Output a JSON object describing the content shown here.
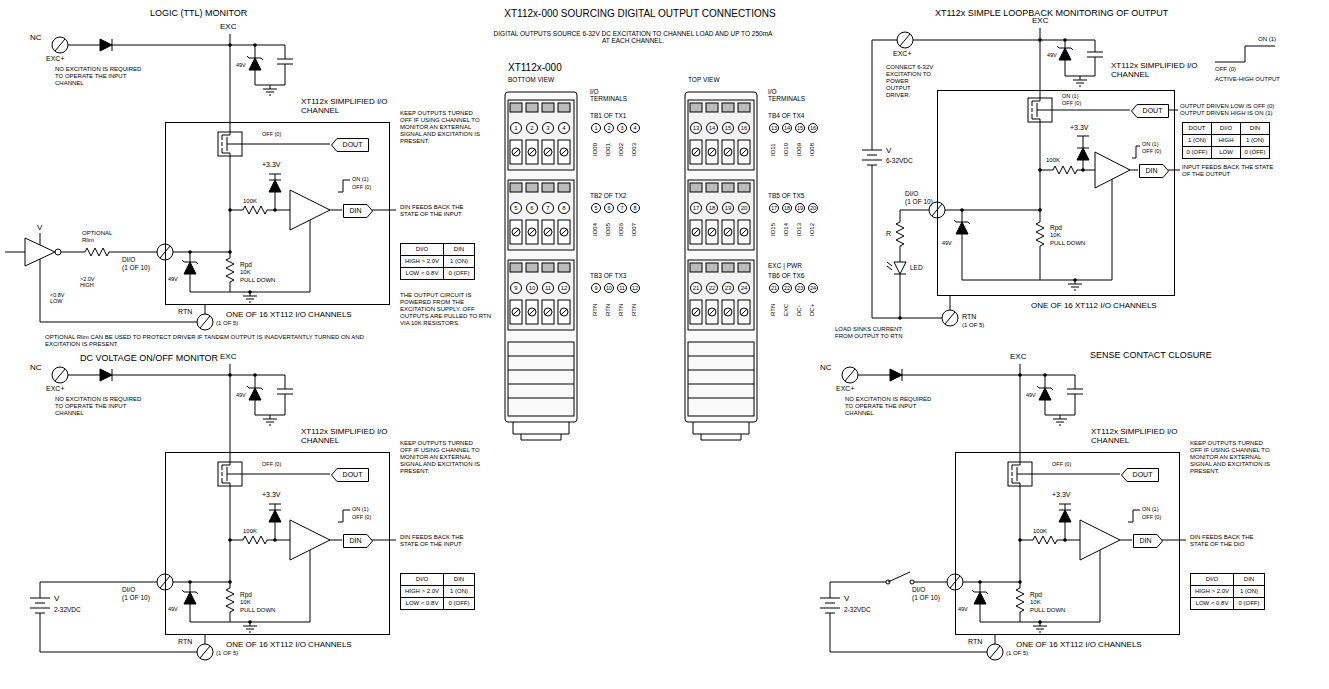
{
  "diagram": {
    "title": "XT112x-000 SOURCING DIGITAL OUTPUT CONNECTIONS",
    "nodes": [
      {
        "text": [
          "XT112x SIMPLIFIED I/O CHANNEL",
          "ONE OF 16 XT112 I/O CHANNELS"
        ]
      },
      {
        "text": [
          "DOUT"
        ],
        "in": 0
      },
      {
        "text": [
          "DIN"
        ],
        "in": 0
      },
      {
        "text": [
          "XT112x SIMPLIFIED I/O CHANNEL",
          "ONE OF 16 XT112 I/O CHANNELS"
        ]
      },
      {
        "text": [
          "DOUT"
        ],
        "in": 3
      },
      {
        "text": [
          "DIN"
        ],
        "in": 3
      },
      {
        "text": [
          "XT112x SIMPLIFIED I/O CHANNEL",
          "ONE OF 16 XT112 I/O CHANNELS"
        ]
      },
      {
        "text": [
          "DOUT"
        ],
        "in": 6
      },
      {
        "text": [
          "DIN"
        ],
        "in": 6
      },
      {
        "text": [
          "XT112x SIMPLIFIED I/O CHANNEL",
          "ONE OF 16 XT112 I/O CHANNELS"
        ]
      },
      {
        "text": [
          "DOUT"
        ],
        "in": 9
      },
      {
        "text": [
          "DIN"
        ],
        "in": 9
      }
    ],
    "labels": [
      "LOGIC (TTL) MONITOR",
      "NC",
      "EXC+",
      "EXC",
      "49V",
      "NO EXCITATION IS REQUIRED TO OPERATE THE INPUT CHANNEL",
      "OFF (0)",
      "KEEP OUTPUTS TURNED OFF IF USING CHANNEL TO MONITOR AN EXTERNAL SIGNAL AND EXCITATION IS PRESENT.",
      "+3.3V",
      "100K",
      "ON (1)",
      "OFF (0)",
      "DIN FEEDS BACK THE STATE OF THE INPUT",
      "DI/O",
      "(1 OF 10)",
      "49V",
      "Rpd",
      "10K",
      "PULL DOWN",
      "DI/O",
      "DIN",
      "HIGH > 2.0V",
      "1 (ON)",
      "LOW < 0.8V",
      "0 (OFF)",
      "RTN",
      "(1 OF 5)",
      "V",
      "OPTIONAL Rlim",
      ">2.0V HIGH",
      "<0.8V LOW",
      "THE OUTPUT CIRCUIT IS POWERED FROM THE EXCITATION SUPPLY. OFF OUTPUTS ARE PULLED TO RTN VIA 10K RESISTORS.",
      "OPTIONAL Rlim CAN BE USED TO PROTECT DRIVER IF TANDEM OUTPUT IS INADVERTANTLY TURNED ON AND EXCITATION IS PRESENT.",
      "DIGITAL OUTPUTS SOURCE 6-32V DC EXCITATION TO CHANNEL LOAD AND UP TO 250mA AT EACH CHANNEL.",
      "XT112x-000",
      "BOTTOM VIEW",
      "TOP VIEW",
      "1",
      "2",
      "3",
      "4",
      "5",
      "6",
      "7",
      "8",
      "9",
      "10",
      "11",
      "12",
      "I/O TERMINALS",
      "TB1 OF TX1",
      "1",
      "2",
      "3",
      "4",
      "IO00",
      "IO01",
      "IO02",
      "IO03",
      "TB2 OF TX2",
      "5",
      "6",
      "7",
      "8",
      "IO04",
      "IO05",
      "IO06",
      "IO07",
      "TB3 OF TX3",
      "9",
      "10",
      "11",
      "12",
      "RTN",
      "RTN",
      "RTN",
      "RTN",
      "13",
      "14",
      "15",
      "16",
      "17",
      "18",
      "19",
      "20",
      "21",
      "22",
      "23",
      "24",
      "I/O TERMINALS",
      "TB4 OF TX4",
      "13",
      "14",
      "15",
      "16",
      "IO11",
      "IO10",
      "IO09",
      "IO08",
      "TB5 OF TX5",
      "17",
      "18",
      "19",
      "20",
      "IO15",
      "IO14",
      "IO13",
      "IO12",
      "EXC | PWR",
      "TB6 OF TX6",
      "21",
      "22",
      "23",
      "24",
      "RTN",
      "EXC",
      "DC-",
      "DC+",
      "XT112x SIMPLE LOOPBACK MONITORING OF OUTPUT",
      "EXC+",
      "EXC",
      "49V",
      "CONNECT 6-32V EXCITATION TO POWER OUTPUT DRIVER.",
      "V",
      "6-32VDC",
      "ON (1)",
      "OFF (0)",
      "ACTIVE-HIGH OUTPUT",
      "ON (1)",
      "OFF (0)",
      "OUTPUT DRIVEN LOW IS OFF (0) OUTPUT DRIVEN HIGH IS ON (1)",
      "DOUT",
      "DI/O",
      "DIN",
      "1 (ON)",
      "HIGH",
      "1 (ON)",
      "0 (OFF)",
      "LOW",
      "0 (OFF)",
      "+3.3V",
      "100K",
      "ON (1)",
      "OFF (0)",
      "INPUT FEEDS BACK THE STATE OF THE OUTPUT",
      "DI/O",
      "(1 OF 10)",
      "R",
      "LED",
      "49V",
      "Rpd",
      "10K",
      "PULL DOWN",
      "RTN",
      "(1 OF 5)",
      "LOAD SINKS CURRENT FROM OUTPUT TO RTN",
      "DC VOLTAGE ON/OFF MONITOR",
      "NC",
      "EXC+",
      "EXC",
      "49V",
      "NO EXCITATION IS REQUIRED TO OPERATE THE INPUT CHANNEL",
      "OFF (0)",
      "KEEP OUTPUTS TURNED OFF IF USING CHANNEL TO MONITOR AN EXTERNAL SIGNAL AND EXCITATION IS PRESENT.",
      "+3.3V",
      "100K",
      "ON (1)",
      "OFF (0)",
      "DIN FEEDS BACK THE STATE OF THE INPUT",
      "DI/O",
      "(1 OF 10)",
      "49V",
      "Rpd",
      "10K",
      "PULL DOWN",
      "DI/O",
      "DIN",
      "HIGH > 2.0V",
      "1 (ON)",
      "LOW < 0.8V",
      "0 (OFF)",
      "RTN",
      "(1 OF 5)",
      "V",
      "2-32VDC",
      "SENSE CONTACT CLOSURE",
      "NC",
      "EXC+",
      "EXC",
      "49V",
      "NO EXCITATION IS REQUIRED TO OPERATE THE INPUT CHANNEL",
      "OFF (0)",
      "KEEP OUTPUTS TURNED OFF IF USING CHANNEL TO MONITOR AN EXTERNAL SIGNAL AND EXCITATION IS PRESENT.",
      "+3.3V",
      "100K",
      "ON (1)",
      "OFF (0)",
      "DIN FEEDS BACK THE STATE OF THE DIO",
      "DI/O",
      "(1 OF 10)",
      "49V",
      "Rpd",
      "10K",
      "PULL DOWN",
      "DI/O",
      "DIN",
      "HIGH > 2.0V",
      "1 (ON)",
      "LOW < 0.8V",
      "0 (OFF)",
      "RTN",
      "(1 OF 5)",
      "V",
      "2-32VDC"
    ]
  }
}
